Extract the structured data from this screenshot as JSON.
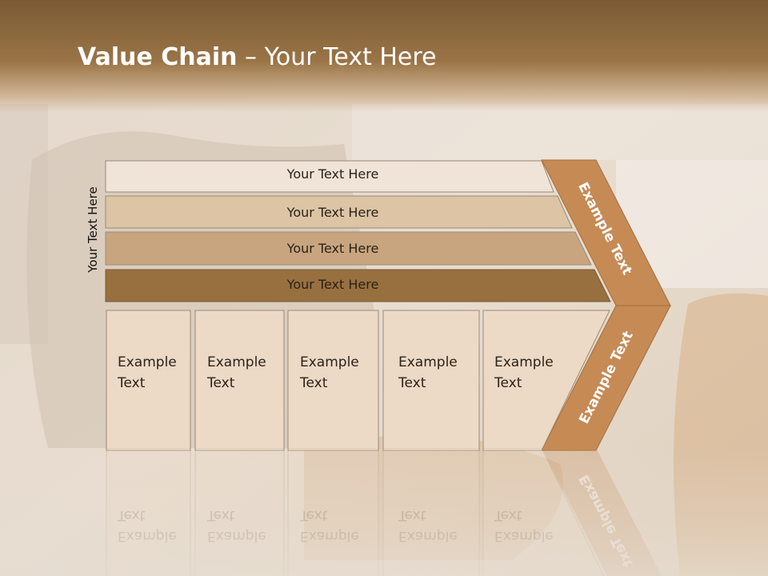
{
  "title": {
    "bold": "Value Chain",
    "rest": " – Your Text Here"
  },
  "side_label": "Your Text Here",
  "bands": [
    {
      "label": "Your Text Here",
      "color": "#efe4d7"
    },
    {
      "label": "Your Text Here",
      "color": "#dcc4a5"
    },
    {
      "label": "Your Text Here",
      "color": "#c8a57f"
    },
    {
      "label": "Your Text Here",
      "color": "#98703f"
    }
  ],
  "columns": [
    {
      "line1": "Example",
      "line2": "Text"
    },
    {
      "line1": "Example",
      "line2": "Text"
    },
    {
      "line1": "Example",
      "line2": "Text"
    },
    {
      "line1": "Example",
      "line2": "Text"
    },
    {
      "line1": "Example",
      "line2": "Text"
    }
  ],
  "chevron": {
    "upper": "Example Text",
    "lower": "Example Text",
    "color": "#c68a55"
  },
  "column_color": "#ecd9c6"
}
